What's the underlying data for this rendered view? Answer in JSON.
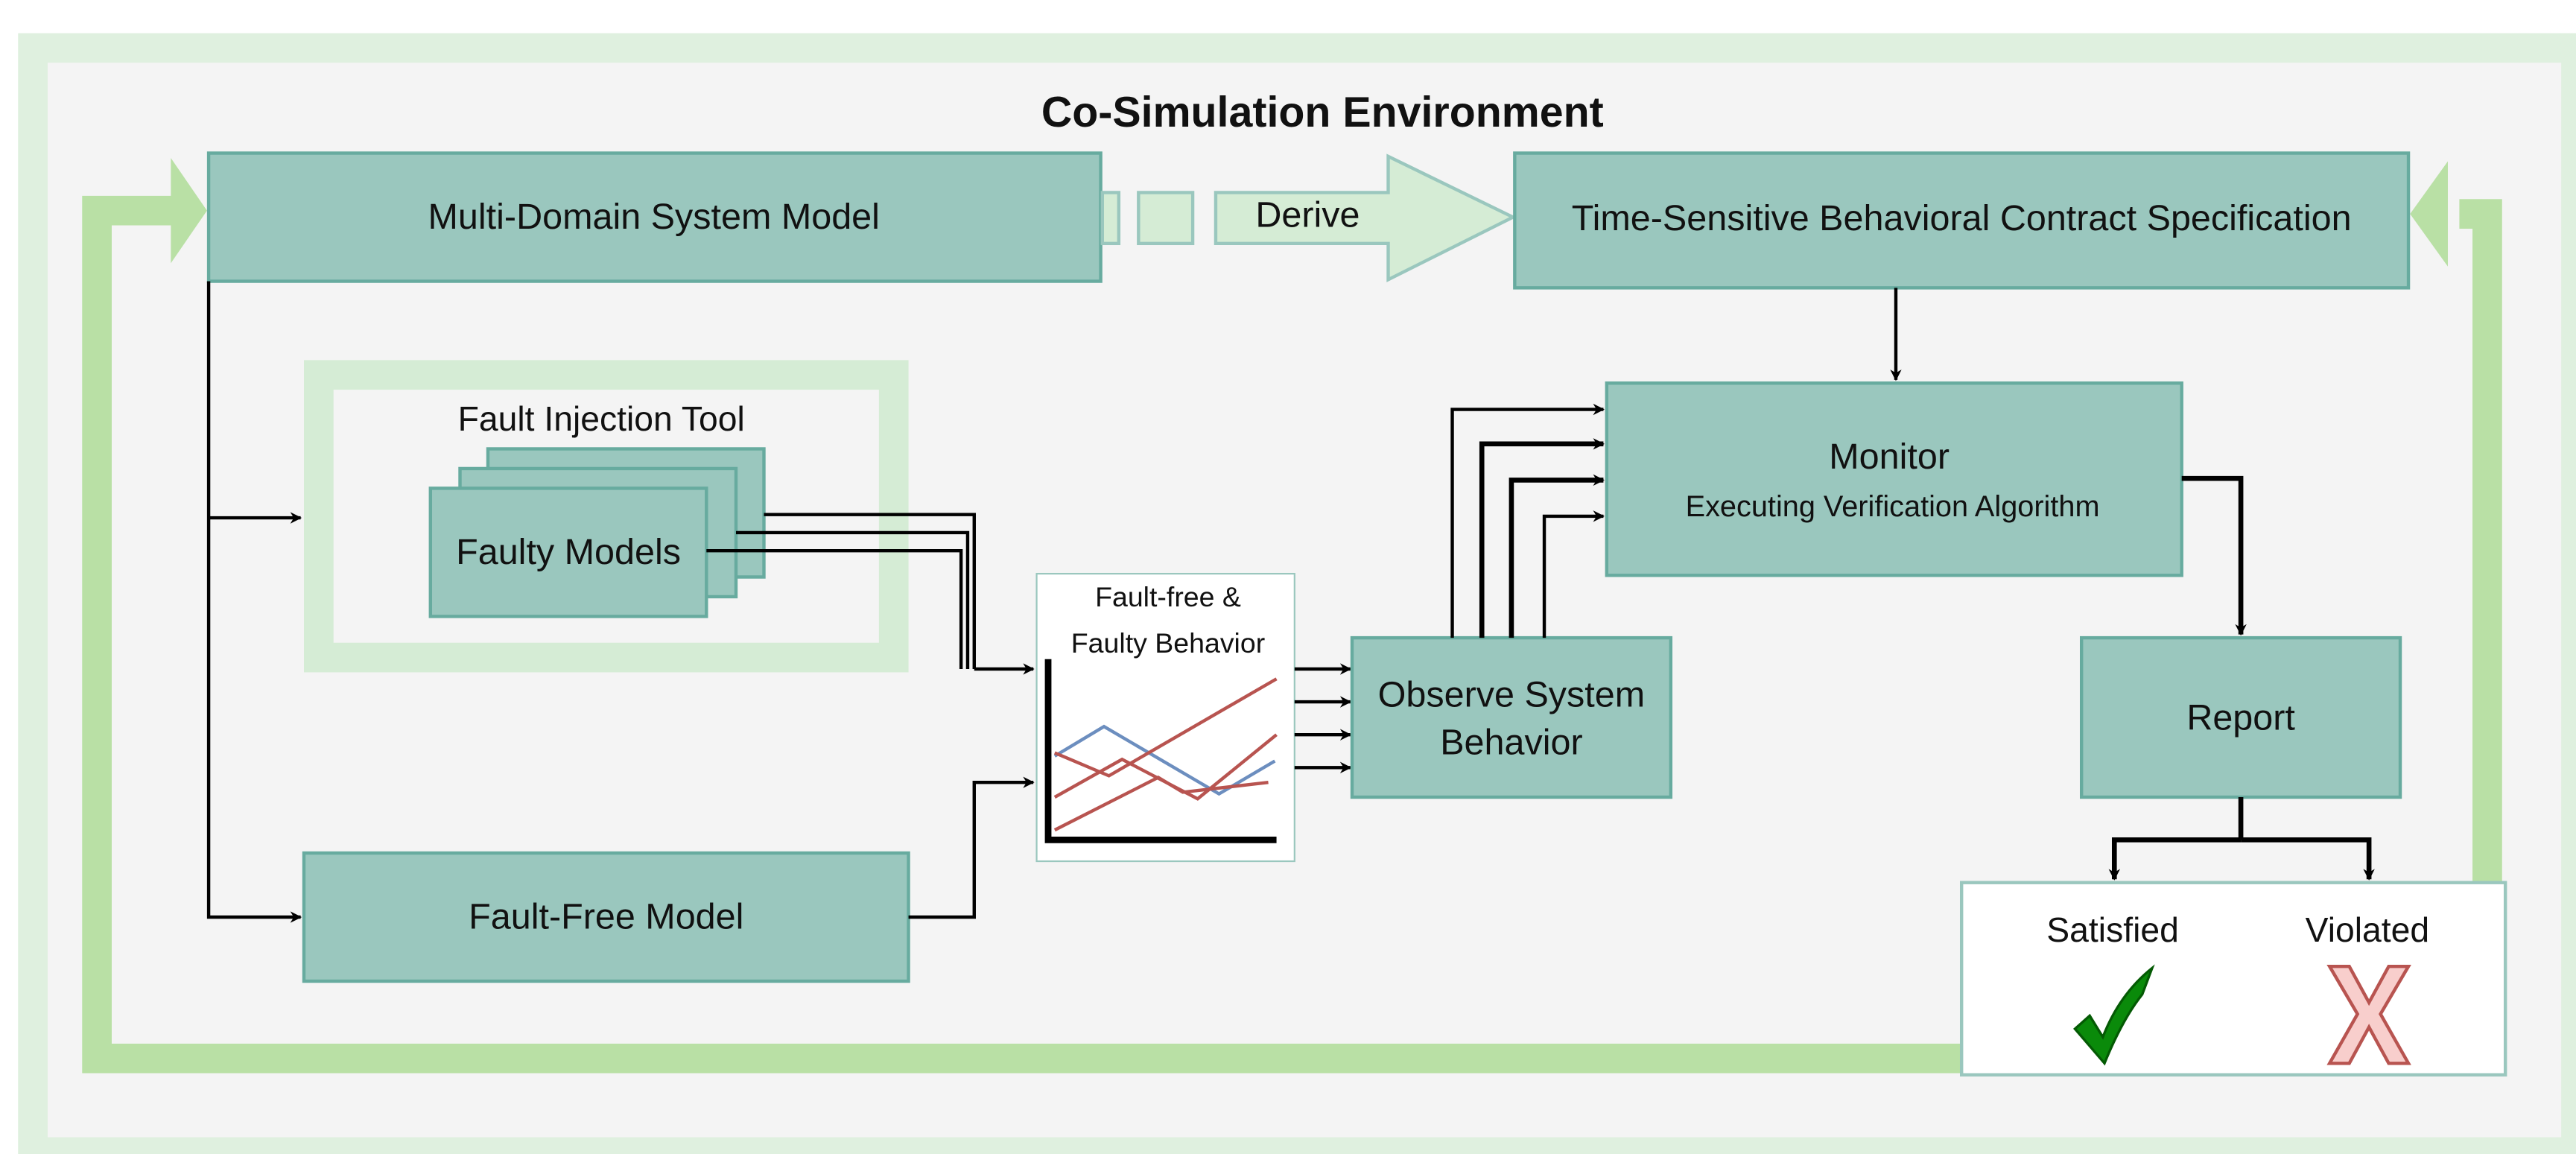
{
  "title": "Co-Simulation Environment",
  "nodes": {
    "system_model": "Multi-Domain System Model",
    "derive": "Derive",
    "contract": "Time-Sensitive Behavioral Contract Specification",
    "fault_tool": "Fault Injection Tool",
    "faulty_models": "Faulty Models",
    "fault_free_model": "Fault-Free Model",
    "behavior_plot_title_1": "Fault-free &",
    "behavior_plot_title_2": "Faulty Behavior",
    "observe_1": "Observe System",
    "observe_2": "Behavior",
    "monitor_title": "Monitor",
    "monitor_subtitle": "Executing Verification Algorithm",
    "report": "Report",
    "satisfied": "Satisfied",
    "violated": "Violated"
  },
  "colors": {
    "outer_border": "#dff0df",
    "background": "#f4f4f4",
    "box_fill": "#9ac7be",
    "box_stroke": "#67ab9f",
    "light_green": "#d5ecd5",
    "loop_green": "#b9e0a5",
    "check_green": "#0a8a0a",
    "cross_fill": "#f8cecc",
    "cross_stroke": "#b85450",
    "line_blue": "#6c8ebf",
    "line_red": "#b85450"
  }
}
